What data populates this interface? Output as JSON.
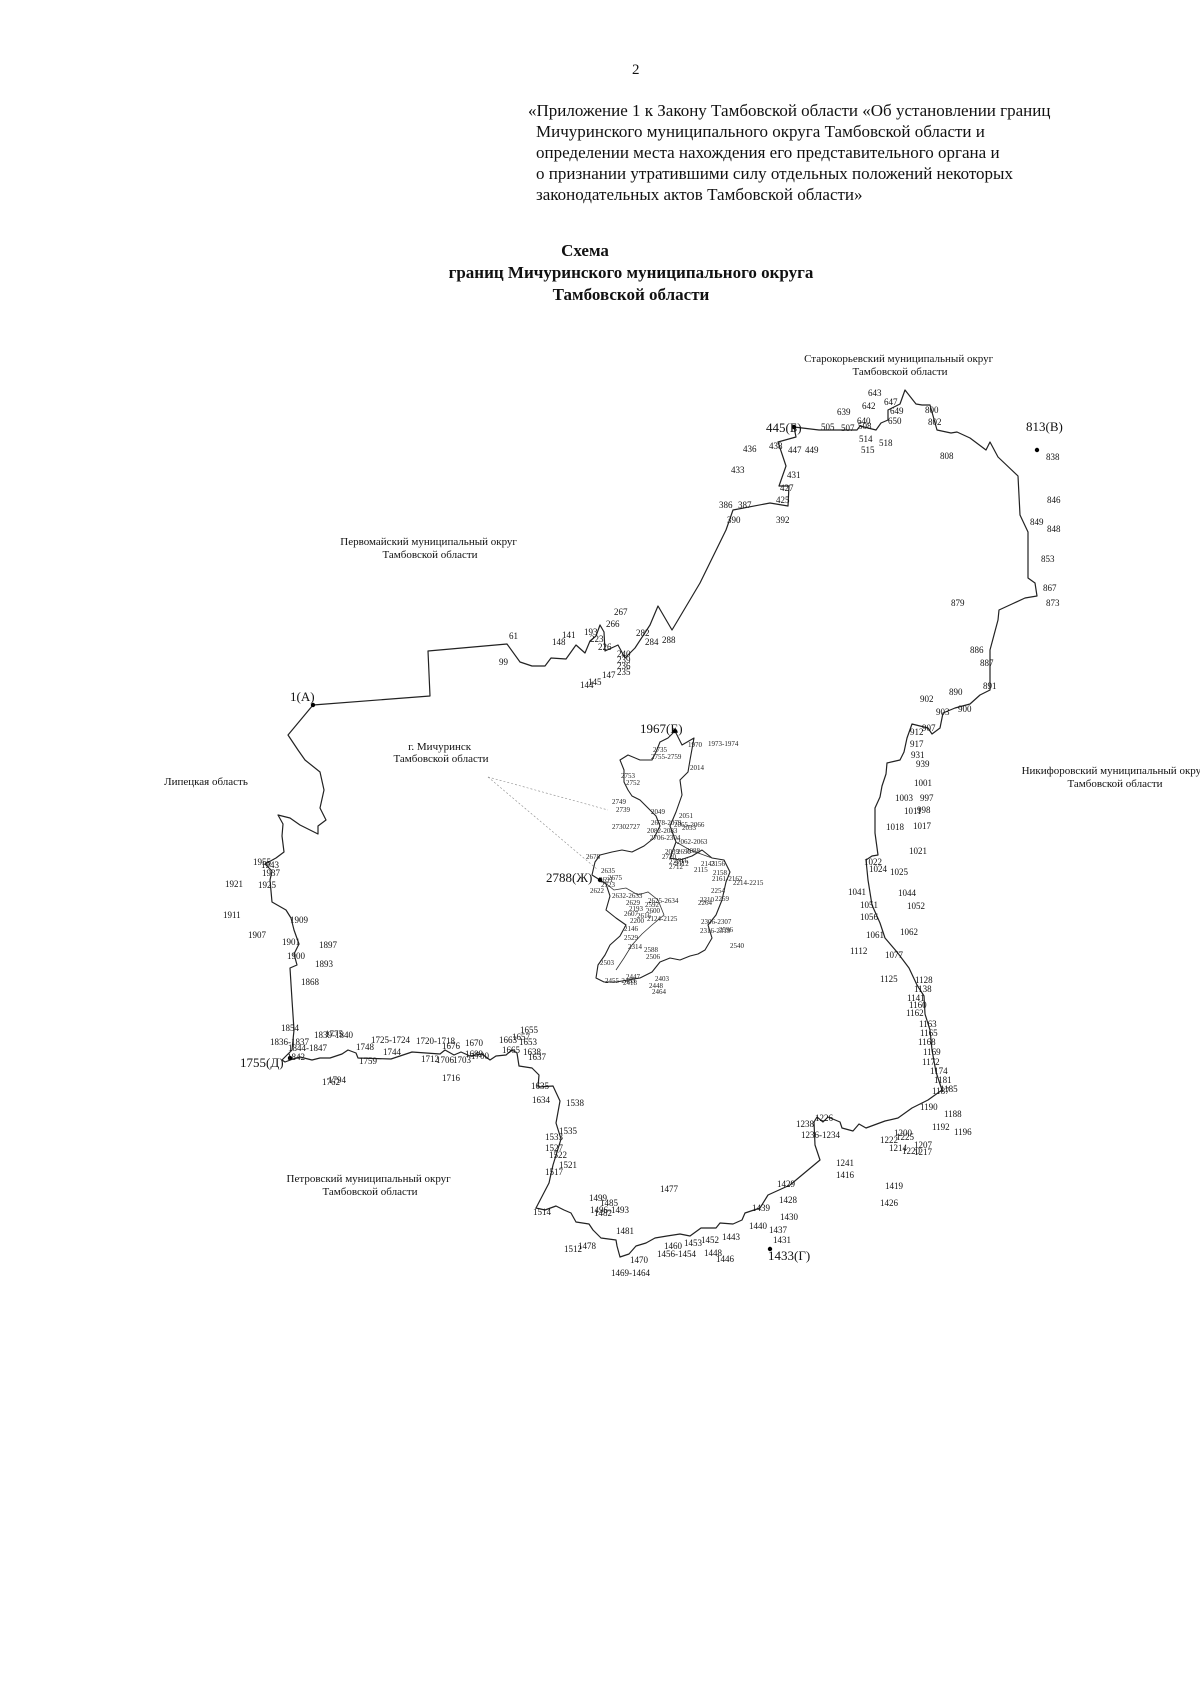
{
  "header": {
    "page_number": "2",
    "appendix_lines": [
      "«Приложение 1 к Закону Тамбовской области «Об установлении границ",
      "Мичуринского муниципального округа Тамбовской области и",
      "определении места нахождения его представительного органа и",
      "о признании утратившими силу отдельных положений некоторых",
      "законодательных актов Тамбовской области»"
    ],
    "title_lines": [
      "Схема",
      "границ Мичуринского муниципального округа",
      "Тамбовской области"
    ]
  },
  "regions": {
    "staroyurevsky_1": "Старокорьевский муниципальный округ",
    "staroyurevsky_2": "Тамбовской области",
    "pervomaisky_1": "Первомайский муниципальный округ",
    "pervomaisky_2": "Тамбовской области",
    "lipetsk": "Липецкая область",
    "nikiforovsky_1": "Никифоровский муниципальный округ",
    "nikiforovsky_2": "Тамбовской области",
    "petrovsky_1": "Петровский муниципальный округ",
    "petrovsky_2": "Тамбовской области",
    "michurinsk_1": "г. Мичуринск",
    "michurinsk_2": "Тамбовской области"
  },
  "key_points": {
    "A": "1(А)",
    "B": "445(Б)",
    "V": "813(В)",
    "G": "1433(Г)",
    "D": "1755(Д)",
    "E": "1967(Е)",
    "Zh": "2788(Ж)"
  },
  "outer_labels": [
    "61",
    "99",
    "141",
    "148",
    "193",
    "223",
    "226",
    "240",
    "239",
    "236",
    "235",
    "147",
    "144",
    "145",
    "267",
    "266",
    "282",
    "284",
    "288",
    "386",
    "387",
    "390",
    "392",
    "425",
    "427",
    "431",
    "433",
    "436",
    "438",
    "447",
    "449",
    "505",
    "507",
    "508",
    "514",
    "515",
    "518",
    "639",
    "640",
    "642",
    "643",
    "647",
    "649",
    "650",
    "800",
    "802",
    "808",
    "838",
    "846",
    "849",
    "848",
    "853",
    "867",
    "873",
    "879",
    "886",
    "887",
    "891",
    "890",
    "900",
    "902",
    "903",
    "907",
    "912",
    "917",
    "931",
    "939",
    "997",
    "998",
    "1001",
    "1003",
    "1011",
    "1017",
    "1018",
    "1021",
    "1022",
    "1024",
    "1025",
    "1041",
    "1044",
    "1051",
    "1052",
    "1056",
    "1061",
    "1062",
    "1077",
    "1112",
    "1125",
    "1128",
    "1138",
    "1141",
    "1160",
    "1162",
    "1163",
    "1165",
    "1168",
    "1169",
    "1172",
    "1174",
    "1181",
    "1185",
    "1187",
    "1188",
    "1190",
    "1192",
    "1196",
    "1200",
    "1207",
    "1214",
    "1217",
    "1220",
    "1222",
    "1225",
    "1226",
    "1236-1234",
    "1238",
    "1241",
    "1416",
    "1419",
    "1426",
    "1428",
    "1429",
    "1430",
    "1431",
    "1437",
    "1439",
    "1440",
    "1443",
    "1446",
    "1448",
    "1452",
    "1453",
    "1456-1454",
    "1460",
    "1469-1464",
    "1470",
    "1477",
    "1478",
    "1481",
    "1482",
    "1485",
    "1496-1493",
    "1499",
    "1512",
    "1514",
    "1517",
    "1521",
    "1522",
    "1527",
    "1533",
    "1535",
    "1538",
    "1634",
    "1635",
    "1637",
    "1638",
    "1653",
    "1655",
    "1657",
    "1663",
    "1665",
    "1670",
    "1676",
    "1689",
    "1700",
    "1703",
    "1706",
    "1712",
    "1716",
    "1720-1718",
    "1725-1724",
    "1744",
    "1748",
    "1759",
    "1762",
    "1775",
    "1794",
    "1836-1837",
    "1839-1840",
    "1842",
    "1844-1847",
    "1854",
    "1868",
    "1893",
    "1897",
    "1900",
    "1901",
    "1907",
    "1909",
    "1911",
    "1921",
    "1925",
    "1937",
    "1943",
    "1955"
  ],
  "inner_labels": [
    "1970",
    "1973-1974",
    "2014",
    "2735",
    "2755-2759",
    "2753",
    "2752",
    "2749",
    "2739",
    "2730",
    "2727",
    "2049",
    "2051",
    "2053",
    "2062-2063",
    "2065-2066",
    "2678-2079",
    "2082-2083",
    "2706-2304",
    "2699",
    "2039",
    "2088",
    "2112",
    "2115",
    "2143",
    "2156",
    "2158",
    "2161-2162",
    "2214-2215",
    "2720",
    "2716",
    "2712",
    "2719",
    "2678",
    "2635",
    "2691",
    "2675",
    "2723",
    "2622",
    "2632-2633",
    "2629",
    "2625-2634",
    "2592",
    "2600",
    "2607",
    "2616",
    "2124-2125",
    "2146",
    "2193",
    "2200",
    "2210",
    "2254",
    "2259",
    "2264",
    "2306-2307",
    "2316-2319",
    "2596",
    "2540",
    "2529",
    "2314",
    "2588",
    "2506",
    "2503",
    "2447",
    "2418",
    "2448",
    "2403",
    "2464",
    "2455-2483"
  ]
}
